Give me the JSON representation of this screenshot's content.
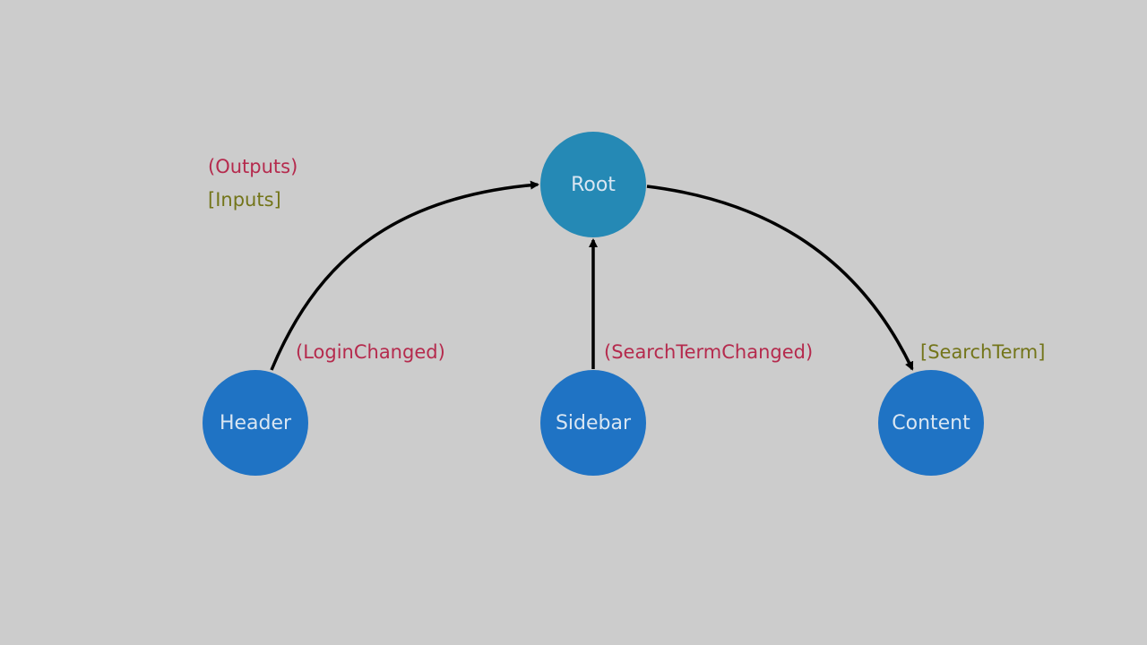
{
  "legend": {
    "outputs": "(Outputs)",
    "inputs": "[Inputs]"
  },
  "nodes": {
    "root": "Root",
    "header": "Header",
    "sidebar": "Sidebar",
    "content": "Content"
  },
  "edge_labels": {
    "header_to_root": "(LoginChanged)",
    "sidebar_to_root": "(SearchTermChanged)",
    "root_to_content": "[SearchTerm]"
  },
  "colors": {
    "background": "#cccccc",
    "root_node": "#2589b5",
    "child_node": "#1f73c4",
    "node_text": "#d9e6f2",
    "output_label": "#b52a4d",
    "input_label": "#73751a",
    "edge": "#000000"
  }
}
